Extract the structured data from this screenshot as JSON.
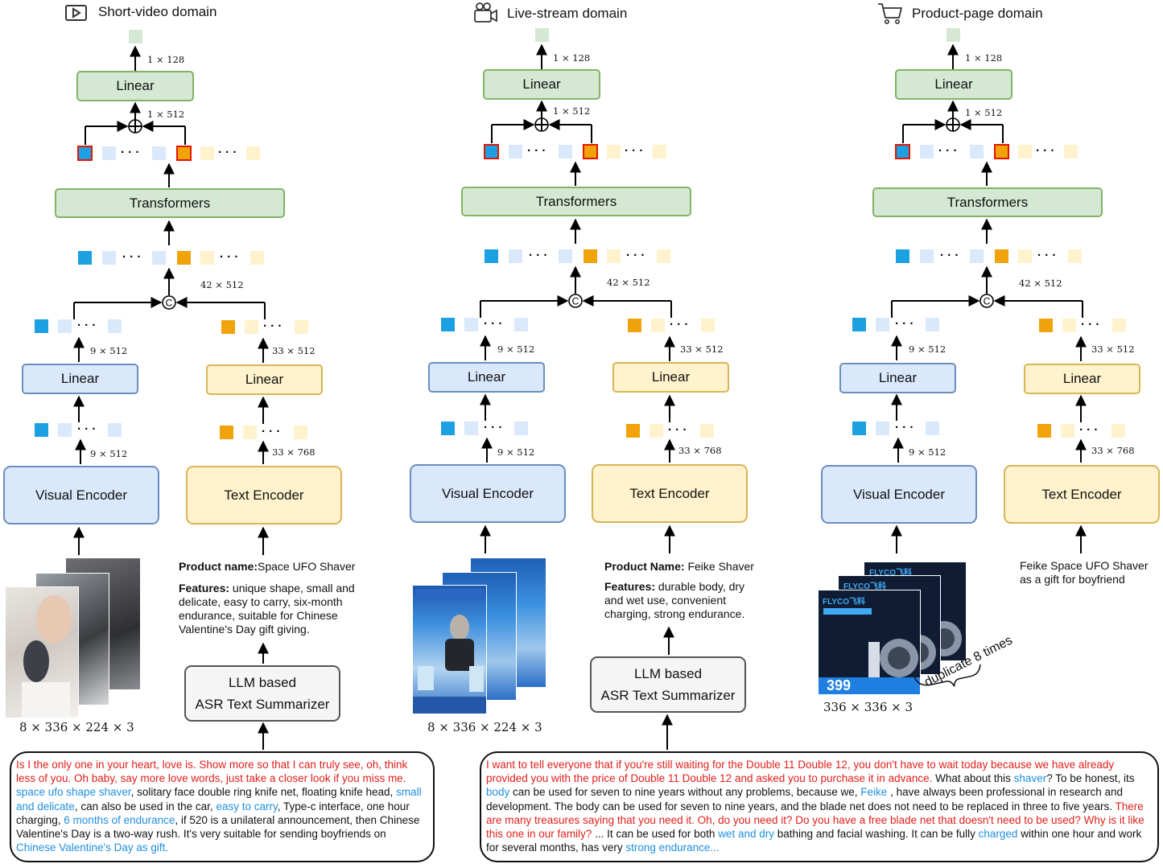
{
  "columns": [
    {
      "domain": "Short-video domain",
      "icon": "play-video-icon",
      "dims": {
        "out": "1 × 128",
        "linear_out": "1 × 512",
        "concat": "42 × 512",
        "vis_linear": "9 × 512",
        "vis_enc": "9 × 512",
        "txt_linear": "33 × 512",
        "txt_enc": "33 × 768"
      },
      "image_shape": "8 × 336 × 224 × 3",
      "product_name_label": "Product name:",
      "product_name": "Space UFO Shaver",
      "features_label": "Features:",
      "features": "unique shape, small and delicate, easy to carry, six-month endurance, suitable for Chinese Valentine's Day gift giving."
    },
    {
      "domain": "Live-stream domain",
      "icon": "video-camera-icon",
      "dims": {
        "out": "1 × 128",
        "linear_out": "1 × 512",
        "concat": "42 × 512",
        "vis_linear": "9 × 512",
        "vis_enc": "9 × 512",
        "txt_linear": "33 × 512",
        "txt_enc": "33 × 768"
      },
      "image_shape": "8 × 336 × 224 × 3",
      "product_name_label": "Product Name:",
      "product_name": "Feike Shaver",
      "features_label": "Features:",
      "features": "durable body, dry and wet use, convenient charging, strong endurance."
    },
    {
      "domain": "Product-page domain",
      "icon": "shopping-cart-icon",
      "dims": {
        "out": "1 × 128",
        "linear_out": "1 × 512",
        "concat": "42 × 512",
        "vis_linear": "9 × 512",
        "vis_enc": "9 × 512",
        "txt_linear": "33 × 512",
        "txt_enc": "33 × 768"
      },
      "image_shape": "336 × 336 × 3",
      "title_text": "Feike Space UFO Shaver as a gift for boyfriend",
      "duplicate_note": "duplicate 8 times",
      "poster_brand": "FLYCO飞科",
      "poster_price": "399"
    }
  ],
  "labels": {
    "linear": "Linear",
    "transformers": "Transformers",
    "visual_encoder": "Visual Encoder",
    "text_encoder": "Text Encoder",
    "llm_line1": "LLM based",
    "llm_line2": "ASR Text Summarizer",
    "concat_symbol": "C",
    "ellipsis": "· · ·"
  },
  "transcripts": {
    "left": [
      {
        "t": "Is I the only one in your heart, love is. Show more so that I can truly see, oh, think less of you. Oh baby, say more love words, just take a closer look if you miss me.",
        "c": "red"
      },
      {
        "t": " ",
        "c": ""
      },
      {
        "t": "space ufo shape shaver",
        "c": "lb"
      },
      {
        "t": ", solitary face double ring knife net, floating knife head, ",
        "c": ""
      },
      {
        "t": "small and delicate",
        "c": "lb"
      },
      {
        "t": ", can also be used in the car, ",
        "c": ""
      },
      {
        "t": "easy to carry",
        "c": "lb"
      },
      {
        "t": ", Type-c interface, one hour charging, ",
        "c": ""
      },
      {
        "t": "6 months of endurance",
        "c": "lb"
      },
      {
        "t": ", if 520 is a unilateral announcement, then Chinese Valentine's Day is a two-way rush.  It's very suitable for sending boyfriends on ",
        "c": ""
      },
      {
        "t": "Chinese Valentine's Day as gift.",
        "c": "lb"
      }
    ],
    "right": [
      {
        "t": "I want to tell everyone that if you're still waiting for the Double 11 Double 12, you don't have to wait today because we have already provided you with the price of Double 11 Double 12 and asked you to purchase it in advance.",
        "c": "red"
      },
      {
        "t": " What about this ",
        "c": ""
      },
      {
        "t": "shaver",
        "c": "lb"
      },
      {
        "t": "? To be honest, its  ",
        "c": ""
      },
      {
        "t": "body",
        "c": "lb"
      },
      {
        "t": " can be used for seven to nine years without any problems, because we, ",
        "c": ""
      },
      {
        "t": "Feike",
        "c": "lb"
      },
      {
        "t": " , have always been professional in research and development.  The body can be used for seven to nine years, and the blade net does not need to be replaced in three to five years. ",
        "c": ""
      },
      {
        "t": "There are many treasures saying that you need it. Oh, do you need it? Do you have a free blade net that doesn't need to be used? Why is it like this one in our family?",
        "c": "red"
      },
      {
        "t": " ... It can be used for both ",
        "c": ""
      },
      {
        "t": "wet and dry",
        "c": "lb"
      },
      {
        "t": " bathing and facial washing. It can be fully ",
        "c": ""
      },
      {
        "t": "charged",
        "c": "lb"
      },
      {
        "t": " within one hour and work for several months, has very ",
        "c": ""
      },
      {
        "t": "strong endurance...",
        "c": "lb"
      }
    ]
  },
  "colors": {
    "visual_token": "#1ba1e2",
    "visual_token_light": "#dae8fc",
    "text_token": "#f0a30a",
    "text_token_light": "#fff2cc",
    "output_token": "#d5e8d4",
    "highlight_border": "#e51400",
    "transcript_red": "#e0201b",
    "transcript_blue": "#1f8fe0"
  }
}
